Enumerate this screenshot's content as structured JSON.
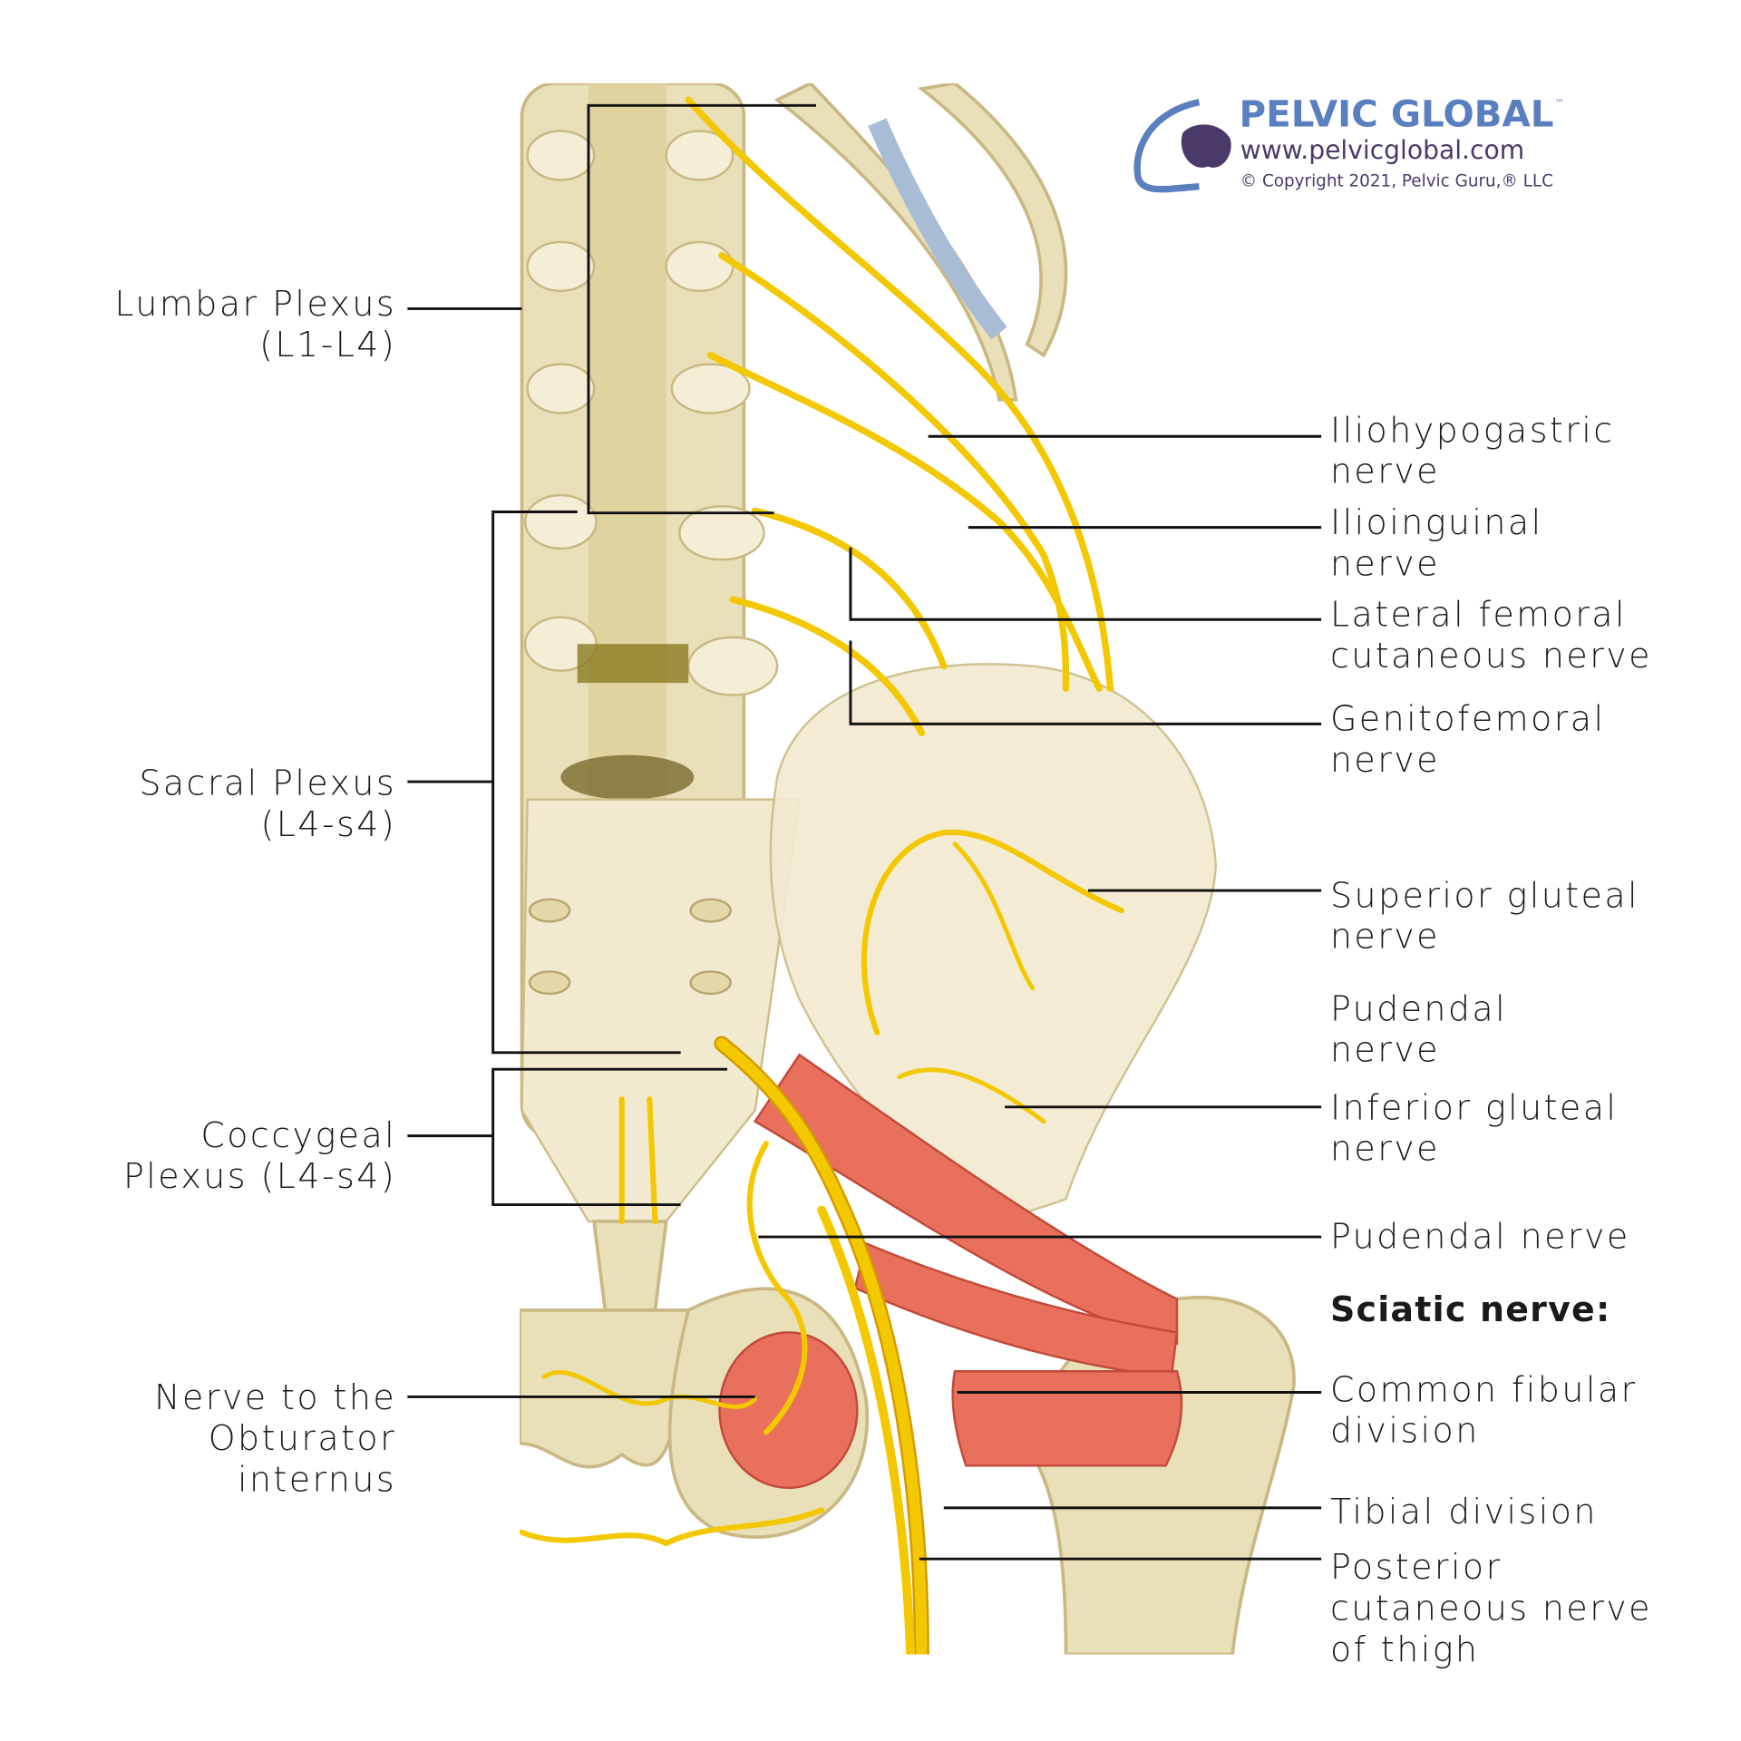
{
  "logo": {
    "brand": "PELVIC GLOBAL",
    "tm": "™",
    "url": "www.pelvicglobal.com",
    "copyright": "© Copyright 2021, Pelvic Guru,® LLC",
    "brand_color": "#5a7fc0",
    "text_color": "#4a3a6a"
  },
  "left_labels": {
    "lumbar": [
      "Lumbar Plexus",
      "(L1-L4)"
    ],
    "sacral": [
      "Sacral Plexus",
      "(L4-s4)"
    ],
    "coccygeal": [
      "Coccygeal",
      "Plexus (L4-s4)"
    ],
    "obturator": [
      "Nerve to the",
      "Obturator",
      "internus"
    ]
  },
  "right_labels": {
    "iliohypogastric": [
      "Iliohypogastric",
      "nerve"
    ],
    "ilioinguinal": [
      "Ilioinguinal",
      "nerve"
    ],
    "lateral_femoral": [
      "Lateral femoral",
      "cutaneous nerve"
    ],
    "genitofemoral": [
      "Genitofemoral",
      "nerve"
    ],
    "superior_gluteal": [
      "Superior gluteal",
      "nerve"
    ],
    "pudendal_upper": [
      "Pudendal",
      "nerve"
    ],
    "inferior_gluteal": [
      "Inferior gluteal",
      "nerve"
    ],
    "pudendal": "Pudendal nerve",
    "sciatic_heading": "Sciatic nerve:",
    "common_fibular": [
      "Common fibular",
      "division"
    ],
    "tibial": "Tibial division",
    "posterior_cutaneous": [
      "Posterior",
      "cutaneous nerve",
      "of thigh"
    ]
  },
  "colors": {
    "nerve": "#f3c800",
    "bone": "#e9dfb8",
    "muscle": "#e8705c"
  }
}
